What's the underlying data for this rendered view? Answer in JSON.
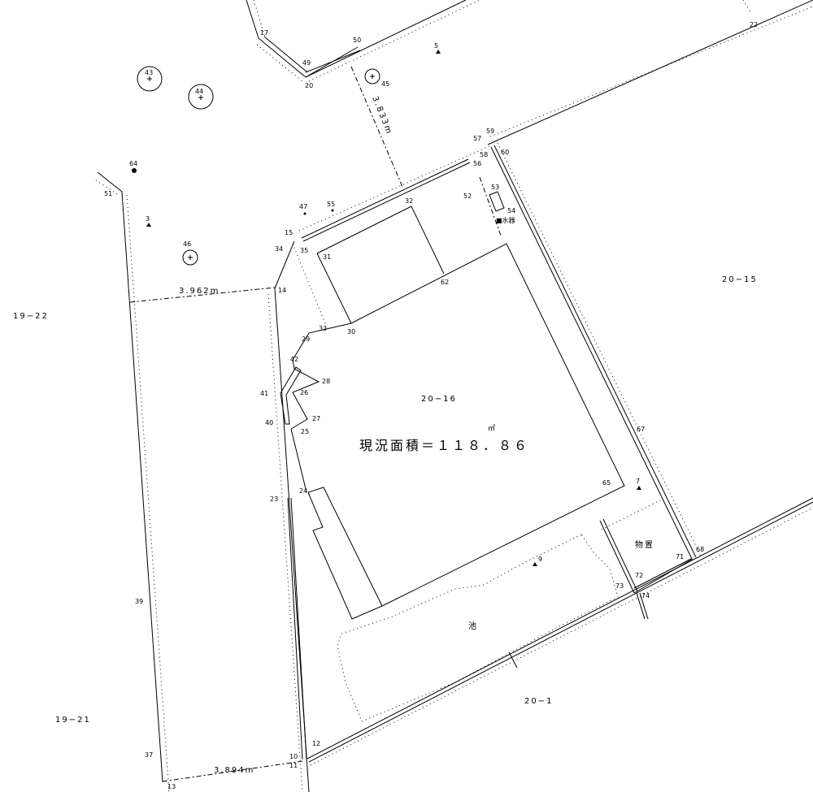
{
  "parcels": {
    "main": "20−16",
    "east": "20−15",
    "south": "20−1",
    "west_upper": "19−22",
    "west_lower": "19−21"
  },
  "area_label": "現況面積＝１１８．８６",
  "area_unit": "㎡",
  "structures": {
    "shed": "物置",
    "pond": "池",
    "water_meter": "■水器"
  },
  "dimensions": {
    "d1": "3.833m",
    "d2": "3.962m",
    "d3": "3.894m"
  },
  "points": {
    "p3": "3",
    "p5": "5",
    "p7": "7",
    "p9": "9",
    "p10": "10",
    "p11": "11",
    "p12": "12",
    "p13": "13",
    "p14": "14",
    "p15": "15",
    "p17": "17",
    "p20": "20",
    "p22": "22",
    "p23": "23",
    "p24": "24",
    "p25": "25",
    "p26": "26",
    "p27": "27",
    "p28": "28",
    "p29": "29",
    "p30": "30",
    "p31": "31",
    "p32": "32",
    "p33": "33",
    "p34": "34",
    "p35": "35",
    "p37": "37",
    "p39": "39",
    "p40": "40",
    "p41": "41",
    "p42": "42",
    "p43": "43",
    "p44": "44",
    "p45": "45",
    "p46": "46",
    "p47": "47",
    "p49": "49",
    "p50": "50",
    "p51": "51",
    "p52": "52",
    "p53": "53",
    "p54": "54",
    "p55": "55",
    "p56": "56",
    "p57": "57",
    "p58": "58",
    "p59": "59",
    "p60": "60",
    "p62": "62",
    "p64": "64",
    "p65": "65",
    "p67": "67",
    "p68": "68",
    "p71": "71",
    "p72": "72",
    "p73": "73",
    "p74": "74"
  }
}
